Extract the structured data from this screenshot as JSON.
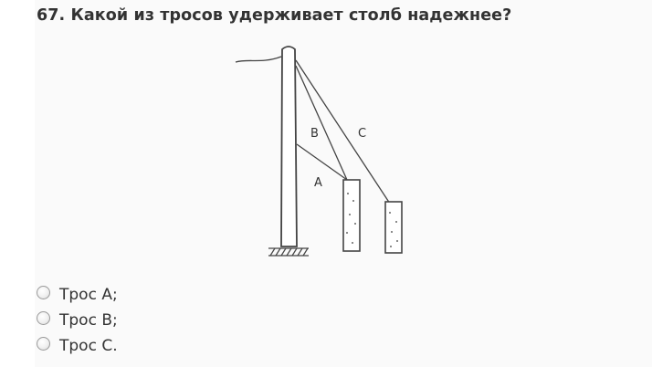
{
  "question": {
    "title": "67. Какой из тросов удерживает столб надежнее?"
  },
  "figure": {
    "label_a": "A",
    "label_b": "B",
    "label_c": "C"
  },
  "options": [
    {
      "label": "Трос А;",
      "checked": false
    },
    {
      "label": "Трос В;",
      "checked": false
    },
    {
      "label": "Трос С.",
      "checked": false
    }
  ]
}
